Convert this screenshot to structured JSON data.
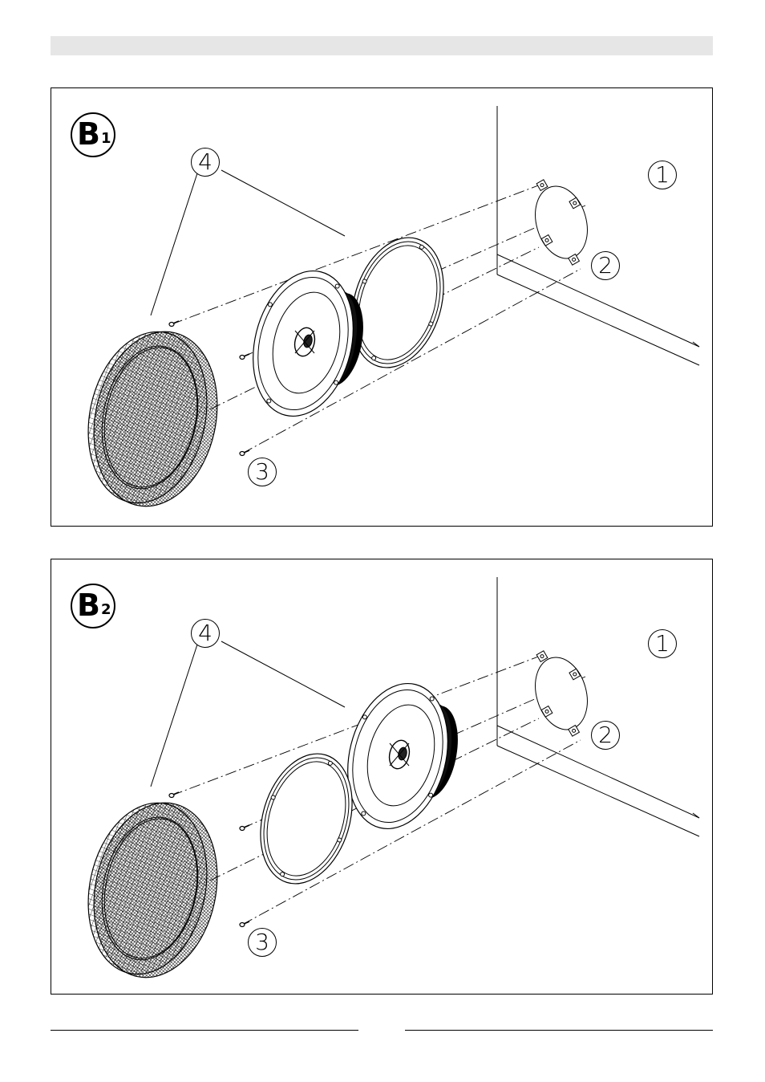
{
  "panels": [
    {
      "id": "B1",
      "badge": {
        "letter": "B",
        "sub": "1"
      },
      "callouts": {
        "c1": "1",
        "c2": "2",
        "c3": "3",
        "c4": "4"
      },
      "order": [
        "grille",
        "screws",
        "speaker",
        "ring",
        "cutout"
      ]
    },
    {
      "id": "B2",
      "badge": {
        "letter": "B",
        "sub": "2"
      },
      "callouts": {
        "c1": "1",
        "c2": "2",
        "c3": "3",
        "c4": "4"
      },
      "order": [
        "grille",
        "screws",
        "ring",
        "speaker",
        "cutout"
      ]
    }
  ],
  "colors": {
    "line": "#000000",
    "header_band": "#e6e6e6",
    "background": "#ffffff"
  }
}
